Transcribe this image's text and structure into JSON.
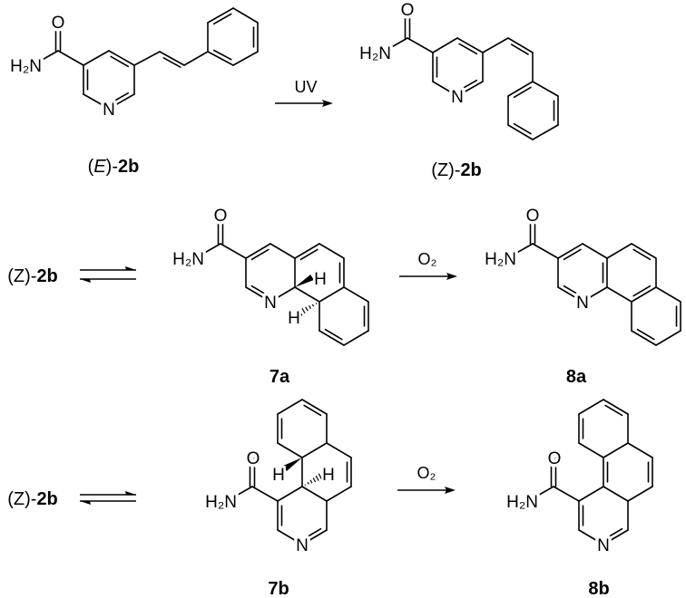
{
  "scheme": {
    "compounds": {
      "E2b": {
        "open": "(",
        "stereo": "E",
        "close": ")-",
        "id": "2b"
      },
      "Z2b": {
        "open": "(",
        "stereo": "Z",
        "close": ")-",
        "id": "2b"
      },
      "Z2b_row2": {
        "open": "(",
        "stereo": "Z",
        "close": ")-",
        "id": "2b"
      },
      "Z2b_row3": {
        "open": "(",
        "stereo": "Z",
        "close": ")-",
        "id": "2b"
      },
      "c7a": {
        "id": "7a"
      },
      "c8a": {
        "id": "8a"
      },
      "c7b": {
        "id": "7b"
      },
      "c8b": {
        "id": "8b"
      }
    },
    "reagents": {
      "uv": "UV",
      "o2_row2": "O₂",
      "o2_row3": "O₂"
    },
    "atoms": {
      "oxygen": "O",
      "nitrogen": "N",
      "amine": "H₂N",
      "hydrogen": "H"
    }
  }
}
